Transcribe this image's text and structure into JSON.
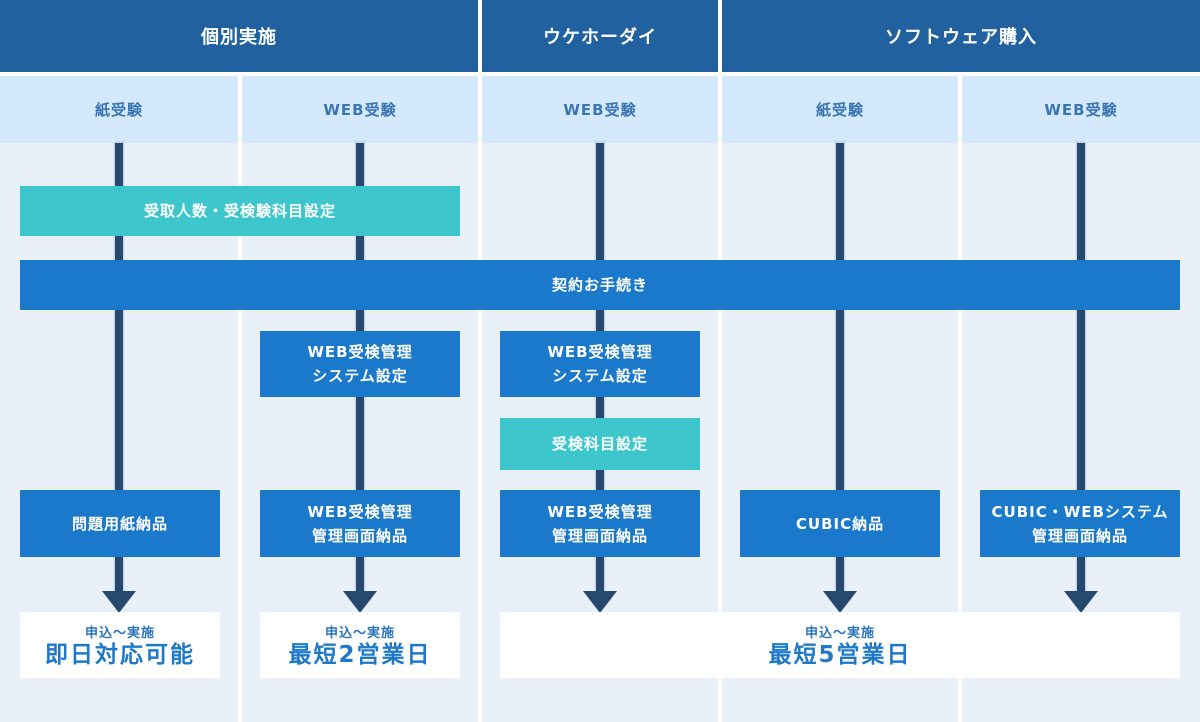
{
  "plans": [
    {
      "title": "個別実施"
    },
    {
      "title": "ウケホーダイ"
    },
    {
      "title": "ソフトウェア購入"
    }
  ],
  "methods": [
    "紙受験",
    "WEB受験",
    "WEB受験",
    "紙受験",
    "WEB受験"
  ],
  "steps": {
    "receive_setup": {
      "lines": [
        "受取人数・受検験科目設定"
      ]
    },
    "contract": {
      "lines": [
        "契約お手続き"
      ]
    },
    "web_setup_individual": {
      "lines": [
        "WEB受検管理",
        "システム設定"
      ]
    },
    "web_setup_ukehodai": {
      "lines": [
        "WEB受検管理",
        "システム設定"
      ]
    },
    "subject_setup": {
      "lines": [
        "受検科目設定"
      ]
    },
    "paper_delivery": {
      "lines": [
        "問題用紙納品"
      ]
    },
    "web_admin_delivery_individual": {
      "lines": [
        "WEB受検管理",
        "管理画面納品"
      ]
    },
    "web_admin_delivery_ukehodai": {
      "lines": [
        "WEB受検管理",
        "管理画面納品"
      ]
    },
    "cubic_delivery": {
      "lines": [
        "CUBIC納品"
      ]
    },
    "cubic_web_delivery": {
      "lines": [
        "CUBIC・WEBシステム",
        "管理画面納品"
      ]
    }
  },
  "results": [
    {
      "label": "申込〜実施",
      "value": "即日対応可能"
    },
    {
      "label": "申込〜実施",
      "value": "最短2営業日"
    },
    {
      "label": "申込〜実施",
      "value": "最短5営業日"
    }
  ],
  "colors": {
    "plan_header_blue": "#21619f",
    "method_row_bg": "#d4e9fb",
    "method_text": "#3a76b0",
    "column_bg": "#e9f0f8",
    "step_blue": "#1b79cc",
    "step_teal": "#3ec6cd",
    "arrow_navy": "#27496d",
    "result_label_text": "#2b75ba",
    "result_value_text": "#1e7ac9"
  }
}
